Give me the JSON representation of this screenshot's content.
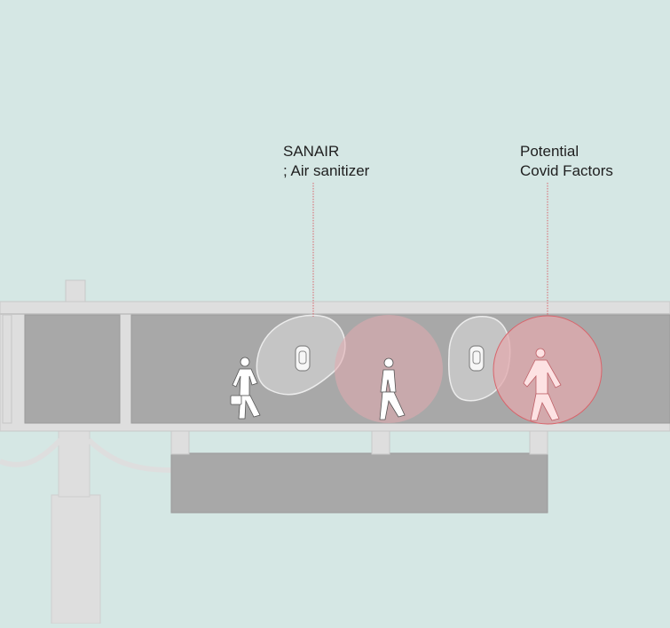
{
  "annotations": {
    "sanair": {
      "line1": "SANAIR",
      "line2": "; Air sanitizer"
    },
    "covid": {
      "line1": "Potential",
      "line2": "Covid Factors"
    }
  },
  "colors": {
    "background": "#d5e7e4",
    "structure": "#dedede",
    "interior": "#a8a8a8",
    "covid_zone": "#e2aaae",
    "leader_line": "#d8646b"
  }
}
